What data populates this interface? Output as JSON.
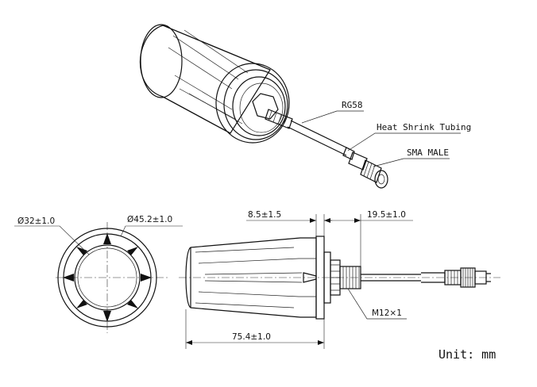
{
  "labels": {
    "cable": "RG58",
    "tubing": "Heat Shrink Tubing",
    "connector": "SMA MALE",
    "dim_inner_dia": "Ø32±1.0",
    "dim_outer_dia": "Ø45.2±1.0",
    "dim_flange": "8.5±1.5",
    "dim_thread_len": "19.5±1.0",
    "dim_length": "75.4±1.0",
    "thread": "M12×1",
    "unit": "Unit: mm"
  }
}
